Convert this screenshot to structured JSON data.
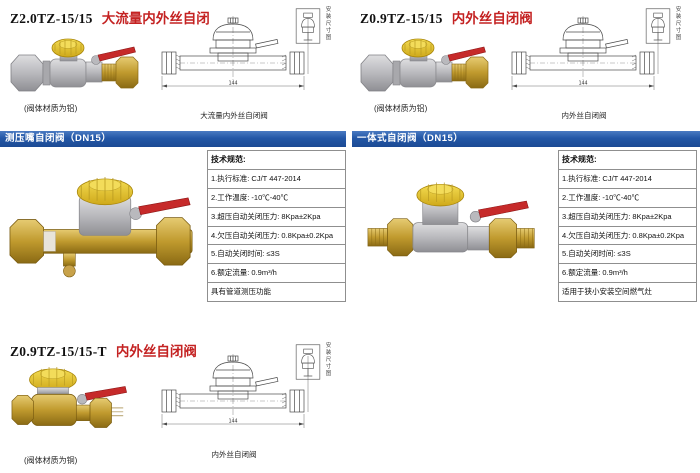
{
  "panels": {
    "top_left": {
      "code": "Z2.0TZ-15/15",
      "name": "大流量内外丝自闭",
      "photo_caption": "(阀体材质为铝)",
      "drawing_caption": "大流量内外丝自闭阀",
      "dim_width": "144",
      "callout_label": "安装尺寸图"
    },
    "top_right": {
      "code": "Z0.9TZ-15/15",
      "name": "内外丝自闭阀",
      "photo_caption": "(阀体材质为铝)",
      "drawing_caption": "内外丝自闭阀",
      "dim_width": "144",
      "callout_label": "安装尺寸图"
    },
    "mid_left": {
      "header": "测压嘴自闭阀（DN15）",
      "specs_title": "技术规范:",
      "specs": [
        "1.执行标准: CJ/T 447-2014",
        "2.工作温度: -10℃-40℃",
        "3.超压自动关闭压力: 8Kpa±2Kpa",
        "4.欠压自动关闭压力: 0.8Kpa±0.2Kpa",
        "5.自动关闭时间: ≤3S",
        "6.额定流量: 0.9m³/h"
      ],
      "note": "具有管道测压功能"
    },
    "mid_right": {
      "header": "一体式自闭阀（DN15）",
      "specs_title": "技术规范:",
      "specs": [
        "1.执行标准: CJ/T 447-2014",
        "2.工作温度: -10℃-40℃",
        "3.超压自动关闭压力: 8Kpa±2Kpa",
        "4.欠压自动关闭压力: 0.8Kpa±0.2Kpa",
        "5.自动关闭时间: ≤3S",
        "6.额定流量: 0.9m³/h"
      ],
      "note": "适用于狭小安装空间燃气灶"
    },
    "bottom_left": {
      "code": "Z0.9TZ-15/15-T",
      "name": "内外丝自闭阀",
      "photo_caption": "(阀体材质为铜)",
      "drawing_caption": "内外丝自闭阀",
      "dim_width": "144",
      "callout_label": "安装尺寸图"
    }
  },
  "colors": {
    "header_blue": "#2357a6",
    "title_red": "#c42222",
    "cap_yellow": "#e8c92f",
    "handle_red": "#c62a2a",
    "brass": "#c8a24a",
    "aluminum": "#c2c2c6"
  }
}
